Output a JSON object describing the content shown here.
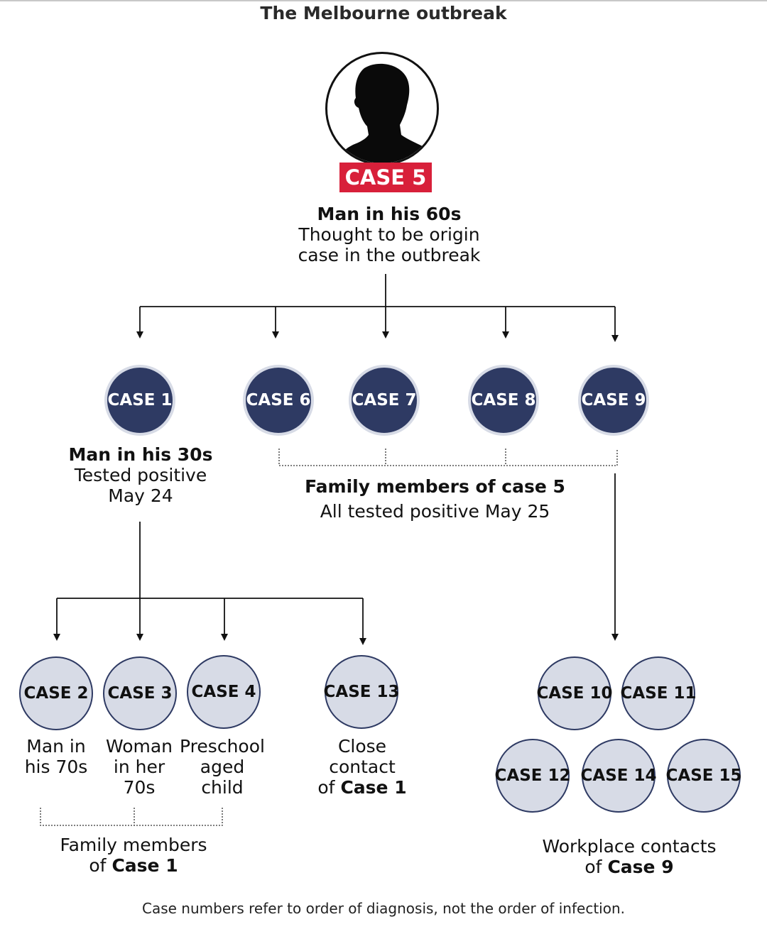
{
  "title": "The Melbourne outbreak",
  "origin": {
    "badge": "CASE 5",
    "heading": "Man in his 60s",
    "line1": "Thought to be origin",
    "line2": "case in the outbreak"
  },
  "second_row": {
    "case1": "CASE 1",
    "case6": "CASE 6",
    "case7": "CASE 7",
    "case8": "CASE 8",
    "case9": "CASE 9",
    "case1_desc": {
      "heading": "Man in his 30s",
      "line1": "Tested positive",
      "line2": "May 24"
    },
    "family5": {
      "heading": "Family members of case 5",
      "line1": "All tested positive May 25"
    }
  },
  "third_row": {
    "case2": "CASE 2",
    "case3": "CASE 3",
    "case4": "CASE 4",
    "case13": "CASE 13",
    "case2_desc": {
      "line1": "Man in",
      "line2": "his 70s"
    },
    "case3_desc": {
      "line1": "Woman",
      "line2": "in her",
      "line3": "70s"
    },
    "case4_desc": {
      "line1": "Preschool",
      "line2": "aged",
      "line3": "child"
    },
    "case13_desc": {
      "line1": "Close",
      "line2": "contact",
      "line3_prefix": "of ",
      "line3_bold": "Case 1"
    },
    "family1": {
      "line1": "Family members",
      "line2_prefix": "of ",
      "line2_bold": "Case 1"
    }
  },
  "workplace": {
    "case10": "CASE 10",
    "case11": "CASE 11",
    "case12": "CASE 12",
    "case14": "CASE 14",
    "case15": "CASE 15",
    "label": {
      "line1": "Workplace contacts",
      "line2_prefix": "of ",
      "line2_bold": "Case 9"
    }
  },
  "footnote": "Case numbers refer to order of diagnosis, not the order of infection.",
  "colors": {
    "dark_node": "#2e3a63",
    "light_node": "#d7dbe6",
    "badge": "#d8203a"
  },
  "icons": {
    "portrait": "person-silhouette-icon"
  }
}
